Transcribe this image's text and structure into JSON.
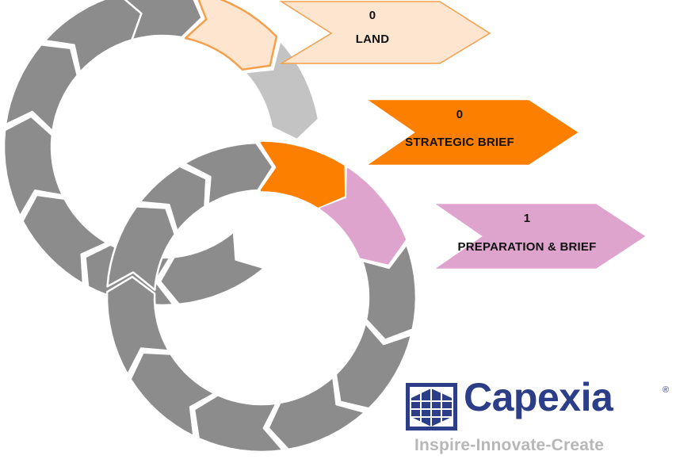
{
  "stages": [
    {
      "number": "0",
      "title": "LAND",
      "fill": "#fde5cf",
      "stroke": "#f3a04d"
    },
    {
      "number": "0",
      "title": "STRATEGIC BRIEF",
      "fill": "#fd7f00",
      "stroke": "#fd7f00"
    },
    {
      "number": "1",
      "title": "PREPARATION & BRIEF",
      "fill": "#dea4ce",
      "stroke": "#dea4ce"
    }
  ],
  "cycle_colors": {
    "inactive": "#8c8c8c",
    "transition": "#c3c3c3"
  },
  "logo": {
    "name": "Capexia",
    "registered": "®",
    "tagline": "Inspire-Innovate-Create",
    "brand_color": "#2c3e88",
    "tagline_color": "#b7b7b7"
  }
}
